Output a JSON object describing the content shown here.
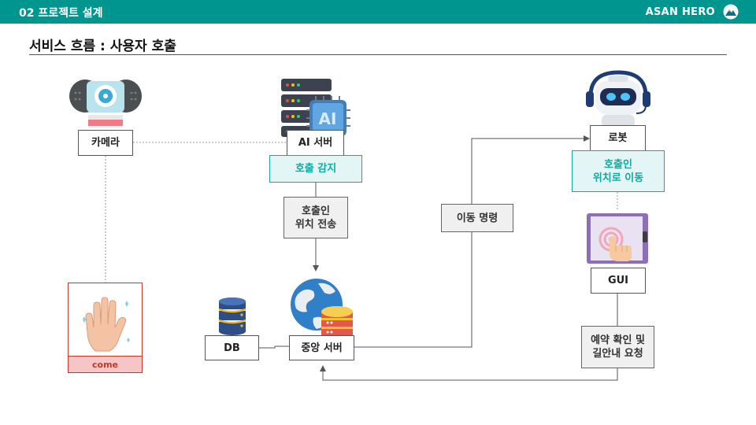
{
  "header": {
    "section": "02 프로젝트 설계",
    "brand": "ASAN HERO"
  },
  "page_title": "서비스 흐름 : 사용자 호출",
  "nodes": {
    "camera": "카메라",
    "ai_server": "AI 서버",
    "call_detect": "호출 감지",
    "send_location": "호출인\n위치 전송",
    "central_server": "중앙 서버",
    "db": "DB",
    "move_command": "이동 명령",
    "robot": "로봇",
    "move_to_caller": "호출인\n위치로 이동",
    "gui": "GUI",
    "reservation": "예약 확인 및\n길안내 요청",
    "come": "come"
  },
  "icons": {
    "camera": "webcam-icon",
    "ai_server": "ai-server-icon",
    "central_server": "globe-database-icon",
    "db": "database-icon",
    "robot": "robot-icon",
    "gui": "touch-tablet-icon",
    "gesture": "waving-hand-icon",
    "brand_logo": "asan-hero-logo-icon"
  },
  "colors": {
    "header": "#00968f",
    "accent_teal": "#10a9a3",
    "come_border": "#c0392b"
  }
}
